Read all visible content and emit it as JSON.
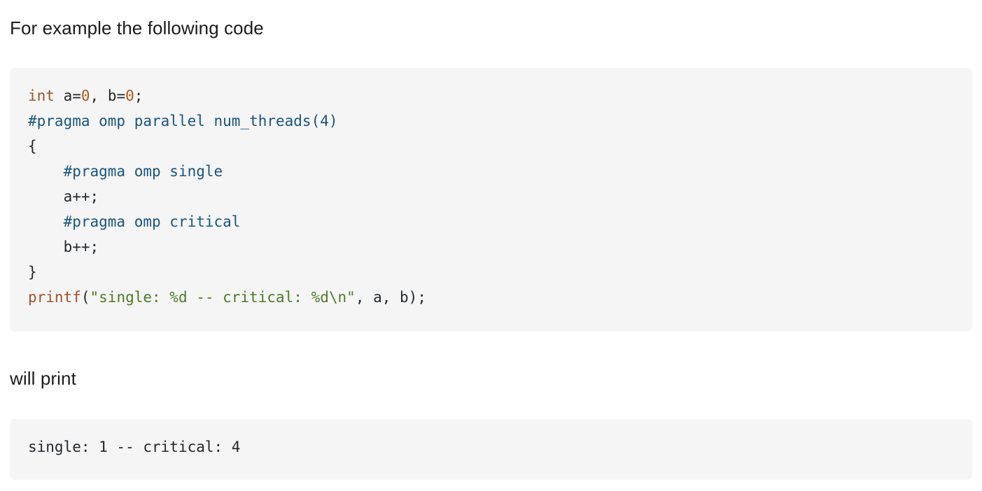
{
  "document": {
    "intro_text": "For example the following code",
    "will_print_text": "will print",
    "colors": {
      "page_background": "#ffffff",
      "code_background": "#f5f5f5",
      "text": "#1b1b1b",
      "code_plain": "#24292e",
      "keyword": "#a0522d",
      "number": "#b3581a",
      "preprocessor": "#19557e",
      "function": "#a0522d",
      "string": "#4e7a27"
    }
  },
  "code_block": {
    "language": "c",
    "plain_text": "int a=0, b=0;\n#pragma omp parallel num_threads(4)\n{\n    #pragma omp single\n    a++;\n    #pragma omp critical\n    b++;\n}\nprintf(\"single: %d -- critical: %d\\n\", a, b);",
    "lines": [
      {
        "index": 1,
        "tokens": [
          {
            "text": "int",
            "type": "keyword"
          },
          {
            "text": " a=",
            "type": "plain"
          },
          {
            "text": "0",
            "type": "number"
          },
          {
            "text": ", b=",
            "type": "plain"
          },
          {
            "text": "0",
            "type": "number"
          },
          {
            "text": ";",
            "type": "plain"
          }
        ]
      },
      {
        "index": 2,
        "tokens": [
          {
            "text": "#pragma omp parallel num_threads(4)",
            "type": "preproc"
          }
        ]
      },
      {
        "index": 3,
        "tokens": [
          {
            "text": "{",
            "type": "plain"
          }
        ]
      },
      {
        "index": 4,
        "tokens": [
          {
            "text": "    ",
            "type": "plain"
          },
          {
            "text": "#pragma omp single",
            "type": "preproc"
          }
        ]
      },
      {
        "index": 5,
        "tokens": [
          {
            "text": "    a++;",
            "type": "plain"
          }
        ]
      },
      {
        "index": 6,
        "tokens": [
          {
            "text": "    ",
            "type": "plain"
          },
          {
            "text": "#pragma omp critical",
            "type": "preproc"
          }
        ]
      },
      {
        "index": 7,
        "tokens": [
          {
            "text": "    b++;",
            "type": "plain"
          }
        ]
      },
      {
        "index": 8,
        "tokens": [
          {
            "text": "}",
            "type": "plain"
          }
        ]
      },
      {
        "index": 9,
        "tokens": [
          {
            "text": "printf",
            "type": "func"
          },
          {
            "text": "(",
            "type": "plain"
          },
          {
            "text": "\"single: %d -- critical: %d\\n\"",
            "type": "string"
          },
          {
            "text": ", a, b);",
            "type": "plain"
          }
        ]
      }
    ]
  },
  "output_block": {
    "lines": [
      {
        "index": 1,
        "tokens": [
          {
            "text": "single: 1 -- critical: 4",
            "type": "plain"
          }
        ]
      }
    ],
    "plain_text": "single: 1 -- critical: 4"
  }
}
